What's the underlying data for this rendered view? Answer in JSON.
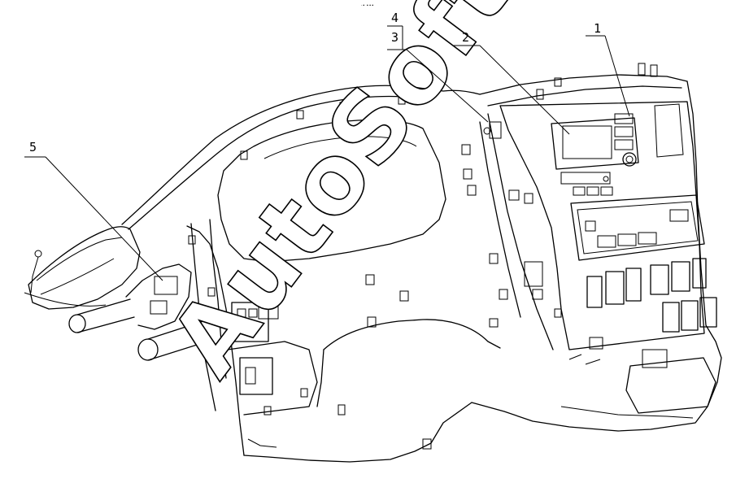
{
  "figure": {
    "callouts": [
      {
        "id": "c1",
        "label": "1"
      },
      {
        "id": "c2",
        "label": "2"
      },
      {
        "id": "c3",
        "label": "3"
      },
      {
        "id": "c4",
        "label": "4"
      },
      {
        "id": "c5",
        "label": "5"
      }
    ],
    "watermark": "AutoSoft",
    "corner_mark": "·∙ ∙∙∙"
  }
}
